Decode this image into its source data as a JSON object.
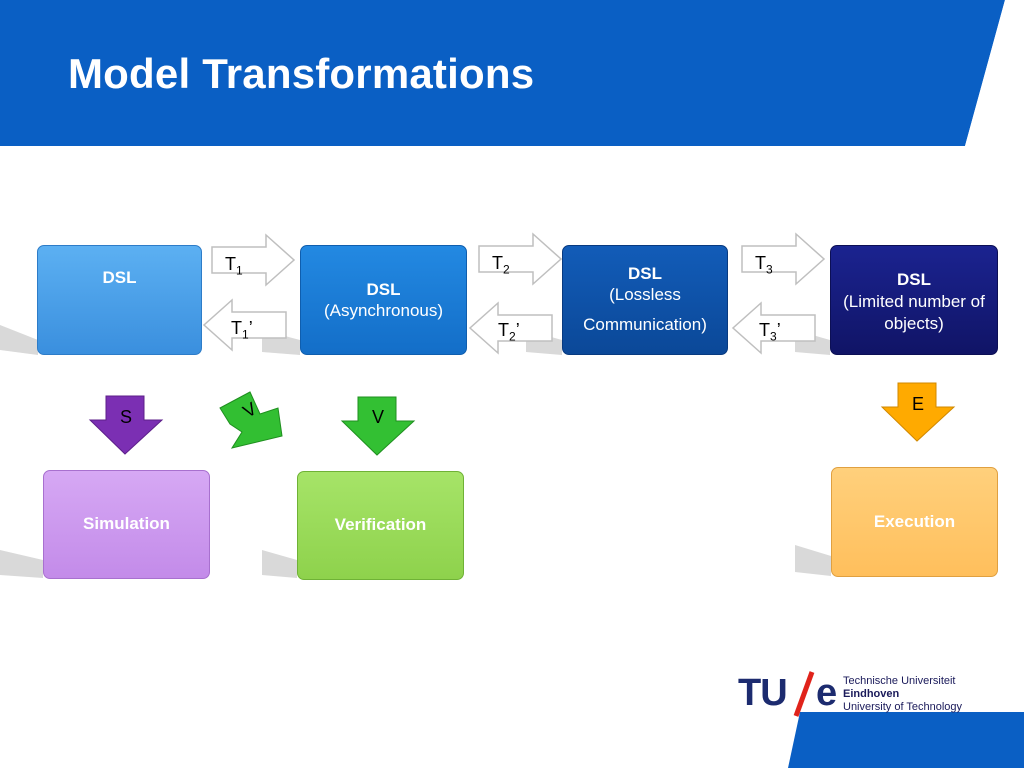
{
  "slide": {
    "title": "Model Transformations"
  },
  "colors": {
    "header_blue": "#0a5fc4",
    "dsl1": "#4da3ec",
    "dsl2": "#1a7ad8",
    "dsl3": "#0e52a8",
    "dsl4": "#14197a",
    "simulation": "#cc99ee",
    "verification": "#99dd5a",
    "execution": "#ffc86a",
    "arrow_purple": "#7a30b0",
    "arrow_green": "#33bb33",
    "arrow_orange": "#ffaa00"
  },
  "boxes": {
    "dsl1": {
      "title": "DSL"
    },
    "dsl2": {
      "title": "DSL",
      "subtitle": "(Asynchronous)"
    },
    "dsl3": {
      "title": "DSL",
      "subtitle": "(Lossless",
      "subtitle2": "Communication)"
    },
    "dsl4": {
      "title": "DSL",
      "subtitle": "(Limited number of objects)"
    },
    "simulation": {
      "label": "Simulation"
    },
    "verification": {
      "label": "Verification"
    },
    "execution": {
      "label": "Execution"
    }
  },
  "arrows": {
    "t1": {
      "base": "T",
      "sub": "1",
      "prime": ""
    },
    "t1p": {
      "base": "T",
      "sub": "1",
      "prime": "’"
    },
    "t2": {
      "base": "T",
      "sub": "2",
      "prime": ""
    },
    "t2p": {
      "base": "T",
      "sub": "2",
      "prime": "’"
    },
    "t3": {
      "base": "T",
      "sub": "3",
      "prime": ""
    },
    "t3p": {
      "base": "T",
      "sub": "3",
      "prime": "’"
    },
    "s": "S",
    "v_tilted": "V",
    "v": "V",
    "e": "E"
  },
  "logo": {
    "mark_left": "TU",
    "mark_right": "e",
    "line1": "Technische Universiteit",
    "line2": "Eindhoven",
    "line3": "University of Technology"
  }
}
